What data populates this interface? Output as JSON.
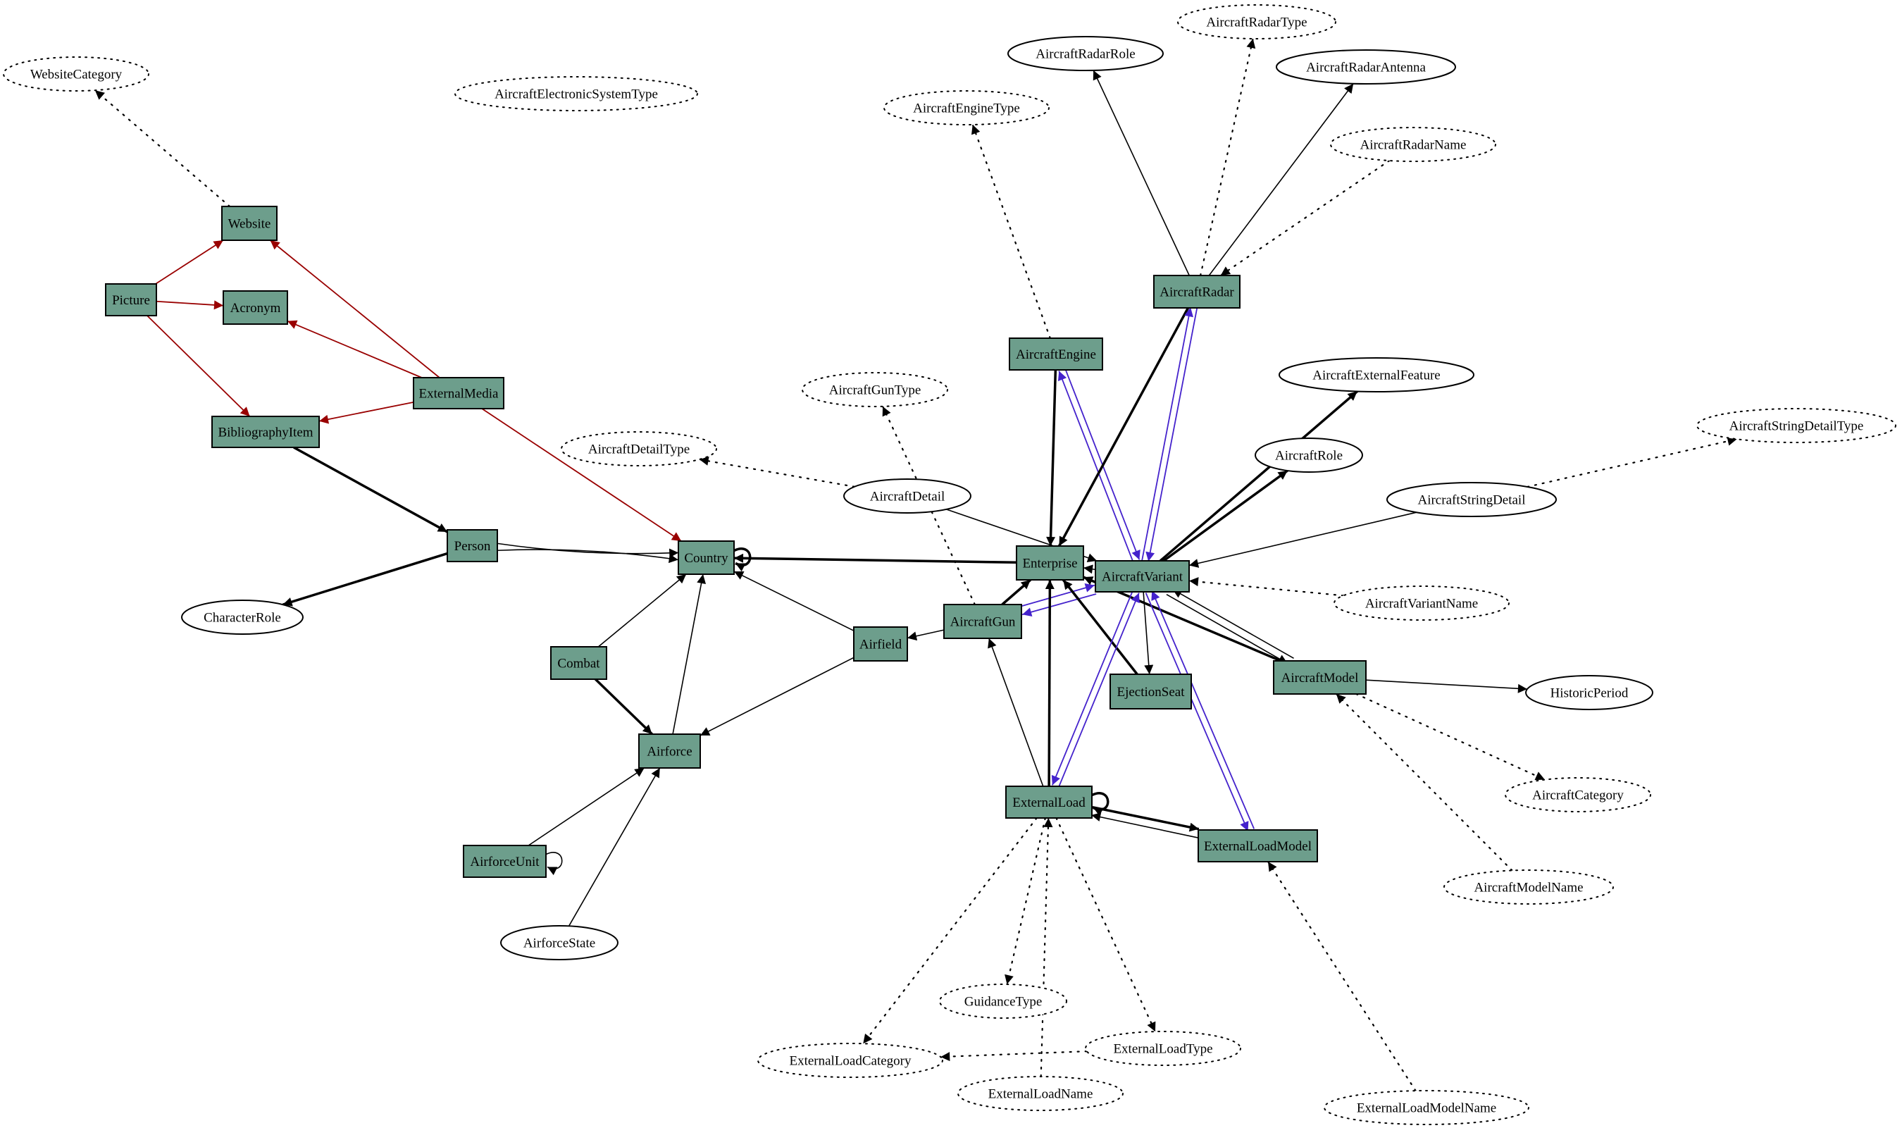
{
  "colors": {
    "entity_fill": "#6d9e8c",
    "edge_black": "#000000",
    "edge_red": "#990000",
    "edge_blue": "#4422cc"
  },
  "nodes": [
    {
      "id": "WebsiteCategory",
      "label": "WebsiteCategory",
      "shape": "ellipse",
      "style": "dotted"
    },
    {
      "id": "AircraftElectronicSystemType",
      "label": "AircraftElectronicSystemType",
      "shape": "ellipse",
      "style": "dotted"
    },
    {
      "id": "Website",
      "label": "Website",
      "shape": "box"
    },
    {
      "id": "Picture",
      "label": "Picture",
      "shape": "box"
    },
    {
      "id": "Acronym",
      "label": "Acronym",
      "shape": "box"
    },
    {
      "id": "ExternalMedia",
      "label": "ExternalMedia",
      "shape": "box"
    },
    {
      "id": "BibliographyItem",
      "label": "BibliographyItem",
      "shape": "box"
    },
    {
      "id": "AircraftDetailType",
      "label": "AircraftDetailType",
      "shape": "ellipse",
      "style": "dotted"
    },
    {
      "id": "Person",
      "label": "Person",
      "shape": "box"
    },
    {
      "id": "Country",
      "label": "Country",
      "shape": "box"
    },
    {
      "id": "CharacterRole",
      "label": "CharacterRole",
      "shape": "ellipse",
      "style": "solid"
    },
    {
      "id": "Combat",
      "label": "Combat",
      "shape": "box"
    },
    {
      "id": "Airfield",
      "label": "Airfield",
      "shape": "box"
    },
    {
      "id": "Airforce",
      "label": "Airforce",
      "shape": "box"
    },
    {
      "id": "AirforceUnit",
      "label": "AirforceUnit",
      "shape": "box"
    },
    {
      "id": "AirforceState",
      "label": "AirforceState",
      "shape": "ellipse",
      "style": "solid"
    },
    {
      "id": "AircraftGunType",
      "label": "AircraftGunType",
      "shape": "ellipse",
      "style": "dotted"
    },
    {
      "id": "AircraftDetail",
      "label": "AircraftDetail",
      "shape": "ellipse",
      "style": "solid"
    },
    {
      "id": "AircraftEngineType",
      "label": "AircraftEngineType",
      "shape": "ellipse",
      "style": "dotted"
    },
    {
      "id": "AircraftEngine",
      "label": "AircraftEngine",
      "shape": "box"
    },
    {
      "id": "AircraftRadarRole",
      "label": "AircraftRadarRole",
      "shape": "ellipse",
      "style": "solid"
    },
    {
      "id": "AircraftRadarType",
      "label": "AircraftRadarType",
      "shape": "ellipse",
      "style": "dotted"
    },
    {
      "id": "AircraftRadarAntenna",
      "label": "AircraftRadarAntenna",
      "shape": "ellipse",
      "style": "solid"
    },
    {
      "id": "AircraftRadarName",
      "label": "AircraftRadarName",
      "shape": "ellipse",
      "style": "dotted"
    },
    {
      "id": "AircraftRadar",
      "label": "AircraftRadar",
      "shape": "box"
    },
    {
      "id": "AircraftExternalFeature",
      "label": "AircraftExternalFeature",
      "shape": "ellipse",
      "style": "solid"
    },
    {
      "id": "AircraftRole",
      "label": "AircraftRole",
      "shape": "ellipse",
      "style": "solid"
    },
    {
      "id": "AircraftStringDetailType",
      "label": "AircraftStringDetailType",
      "shape": "ellipse",
      "style": "dotted"
    },
    {
      "id": "AircraftStringDetail",
      "label": "AircraftStringDetail",
      "shape": "ellipse",
      "style": "solid"
    },
    {
      "id": "Enterprise",
      "label": "Enterprise",
      "shape": "box"
    },
    {
      "id": "AircraftVariant",
      "label": "AircraftVariant",
      "shape": "box"
    },
    {
      "id": "AircraftVariantName",
      "label": "AircraftVariantName",
      "shape": "ellipse",
      "style": "dotted"
    },
    {
      "id": "AircraftGun",
      "label": "AircraftGun",
      "shape": "box"
    },
    {
      "id": "EjectionSeat",
      "label": "EjectionSeat",
      "shape": "box"
    },
    {
      "id": "AircraftModel",
      "label": "AircraftModel",
      "shape": "box"
    },
    {
      "id": "HistoricPeriod",
      "label": "HistoricPeriod",
      "shape": "ellipse",
      "style": "solid"
    },
    {
      "id": "AircraftCategory",
      "label": "AircraftCategory",
      "shape": "ellipse",
      "style": "dotted"
    },
    {
      "id": "AircraftModelName",
      "label": "AircraftModelName",
      "shape": "ellipse",
      "style": "dotted"
    },
    {
      "id": "ExternalLoad",
      "label": "ExternalLoad",
      "shape": "box"
    },
    {
      "id": "ExternalLoadModel",
      "label": "ExternalLoadModel",
      "shape": "box"
    },
    {
      "id": "GuidanceType",
      "label": "GuidanceType",
      "shape": "ellipse",
      "style": "dotted"
    },
    {
      "id": "ExternalLoadType",
      "label": "ExternalLoadType",
      "shape": "ellipse",
      "style": "dotted"
    },
    {
      "id": "ExternalLoadCategory",
      "label": "ExternalLoadCategory",
      "shape": "ellipse",
      "style": "dotted"
    },
    {
      "id": "ExternalLoadName",
      "label": "ExternalLoadName",
      "shape": "ellipse",
      "style": "dotted"
    },
    {
      "id": "ExternalLoadModelName",
      "label": "ExternalLoadModelName",
      "shape": "ellipse",
      "style": "dotted"
    }
  ],
  "edges": [
    {
      "from": "Website",
      "to": "WebsiteCategory",
      "style": "dotted",
      "color": "black"
    },
    {
      "from": "Picture",
      "to": "Website",
      "style": "solid",
      "color": "red"
    },
    {
      "from": "Picture",
      "to": "Acronym",
      "style": "solid",
      "color": "red"
    },
    {
      "from": "Picture",
      "to": "BibliographyItem",
      "style": "solid",
      "color": "red"
    },
    {
      "from": "ExternalMedia",
      "to": "Website",
      "style": "solid",
      "color": "red"
    },
    {
      "from": "ExternalMedia",
      "to": "Acronym",
      "style": "solid",
      "color": "red"
    },
    {
      "from": "ExternalMedia",
      "to": "BibliographyItem",
      "style": "solid",
      "color": "red"
    },
    {
      "from": "ExternalMedia",
      "to": "Country",
      "style": "solid",
      "color": "red"
    },
    {
      "from": "BibliographyItem",
      "to": "Person",
      "style": "bold",
      "color": "black"
    },
    {
      "from": "Person",
      "to": "CharacterRole",
      "style": "bold",
      "color": "black"
    },
    {
      "from": "Person",
      "to": "Country",
      "style": "solid",
      "color": "black",
      "bend": -1
    },
    {
      "from": "Person",
      "to": "Country",
      "style": "solid",
      "color": "black",
      "bend": 1
    },
    {
      "from": "Country",
      "to": "Country",
      "style": "bold",
      "color": "black",
      "self": true
    },
    {
      "from": "Enterprise",
      "to": "Country",
      "style": "bold",
      "color": "black"
    },
    {
      "from": "Combat",
      "to": "Country",
      "style": "solid",
      "color": "black"
    },
    {
      "from": "Combat",
      "to": "Airforce",
      "style": "bold",
      "color": "black"
    },
    {
      "from": "Airforce",
      "to": "Country",
      "style": "solid",
      "color": "black"
    },
    {
      "from": "Airfield",
      "to": "Country",
      "style": "solid",
      "color": "black"
    },
    {
      "from": "Airfield",
      "to": "Airforce",
      "style": "solid",
      "color": "black"
    },
    {
      "from": "AirforceUnit",
      "to": "Airforce",
      "style": "solid",
      "color": "black"
    },
    {
      "from": "AirforceUnit",
      "to": "AirforceUnit",
      "style": "solid",
      "color": "black",
      "self": true
    },
    {
      "from": "AirforceState",
      "to": "Airforce",
      "style": "solid",
      "color": "black"
    },
    {
      "from": "AircraftDetail",
      "to": "AircraftDetailType",
      "style": "dotted",
      "color": "black"
    },
    {
      "from": "AircraftDetail",
      "to": "AircraftVariant",
      "style": "solid",
      "color": "black"
    },
    {
      "from": "AircraftGun",
      "to": "AircraftGunType",
      "style": "dotted",
      "color": "black"
    },
    {
      "from": "AircraftGun",
      "to": "Airfield",
      "style": "solid",
      "color": "black"
    },
    {
      "from": "AircraftGun",
      "to": "Enterprise",
      "style": "bold",
      "color": "black"
    },
    {
      "from": "AircraftGun",
      "to": "AircraftVariant",
      "style": "solid",
      "color": "blue"
    },
    {
      "from": "AircraftVariant",
      "to": "AircraftGun",
      "style": "solid",
      "color": "blue"
    },
    {
      "from": "AircraftEngine",
      "to": "AircraftEngineType",
      "style": "dotted",
      "color": "black"
    },
    {
      "from": "AircraftEngine",
      "to": "Enterprise",
      "style": "bold",
      "color": "black"
    },
    {
      "from": "AircraftEngine",
      "to": "AircraftVariant",
      "style": "solid",
      "color": "blue"
    },
    {
      "from": "AircraftVariant",
      "to": "AircraftEngine",
      "style": "solid",
      "color": "blue"
    },
    {
      "from": "AircraftRadar",
      "to": "AircraftRadarRole",
      "style": "solid",
      "color": "black"
    },
    {
      "from": "AircraftRadar",
      "to": "AircraftRadarType",
      "style": "dotted",
      "color": "black"
    },
    {
      "from": "AircraftRadar",
      "to": "AircraftRadarAntenna",
      "style": "solid",
      "color": "black"
    },
    {
      "from": "AircraftRadarName",
      "to": "AircraftRadar",
      "style": "dotted",
      "color": "black"
    },
    {
      "from": "AircraftRadar",
      "to": "Enterprise",
      "style": "bold",
      "color": "black"
    },
    {
      "from": "AircraftRadar",
      "to": "AircraftVariant",
      "style": "solid",
      "color": "blue"
    },
    {
      "from": "AircraftVariant",
      "to": "AircraftRadar",
      "style": "solid",
      "color": "blue"
    },
    {
      "from": "AircraftVariant",
      "to": "AircraftExternalFeature",
      "style": "bold",
      "color": "black"
    },
    {
      "from": "AircraftVariant",
      "to": "AircraftRole",
      "style": "bold",
      "color": "black"
    },
    {
      "from": "AircraftStringDetail",
      "to": "AircraftStringDetailType",
      "style": "dotted",
      "color": "black"
    },
    {
      "from": "AircraftStringDetail",
      "to": "AircraftVariant",
      "style": "solid",
      "color": "black"
    },
    {
      "from": "AircraftVariantName",
      "to": "AircraftVariant",
      "style": "dotted",
      "color": "black"
    },
    {
      "from": "AircraftVariant",
      "to": "Enterprise",
      "style": "solid",
      "color": "black"
    },
    {
      "from": "AircraftVariant",
      "to": "EjectionSeat",
      "style": "solid",
      "color": "black"
    },
    {
      "from": "EjectionSeat",
      "to": "Enterprise",
      "style": "bold",
      "color": "black"
    },
    {
      "from": "AircraftVariant",
      "to": "AircraftModel",
      "style": "solid",
      "color": "black"
    },
    {
      "from": "AircraftModel",
      "to": "AircraftVariant",
      "style": "solid",
      "color": "black"
    },
    {
      "from": "AircraftModel",
      "to": "Enterprise",
      "style": "bold",
      "color": "black"
    },
    {
      "from": "AircraftModel",
      "to": "HistoricPeriod",
      "style": "solid",
      "color": "black"
    },
    {
      "from": "AircraftModel",
      "to": "AircraftCategory",
      "style": "dotted",
      "color": "black"
    },
    {
      "from": "AircraftModelName",
      "to": "AircraftModel",
      "style": "dotted",
      "color": "black"
    },
    {
      "from": "ExternalLoad",
      "to": "Enterprise",
      "style": "bold",
      "color": "black"
    },
    {
      "from": "ExternalLoad",
      "to": "AircraftGun",
      "style": "solid",
      "color": "black"
    },
    {
      "from": "ExternalLoad",
      "to": "AircraftVariant",
      "style": "solid",
      "color": "blue"
    },
    {
      "from": "AircraftVariant",
      "to": "ExternalLoad",
      "style": "solid",
      "color": "blue"
    },
    {
      "from": "ExternalLoad",
      "to": "ExternalLoad",
      "style": "bold",
      "color": "black",
      "self": true
    },
    {
      "from": "ExternalLoad",
      "to": "ExternalLoadModel",
      "style": "bold",
      "color": "black"
    },
    {
      "from": "ExternalLoadModel",
      "to": "ExternalLoad",
      "style": "solid",
      "color": "black"
    },
    {
      "from": "ExternalLoadModel",
      "to": "AircraftVariant",
      "style": "solid",
      "color": "blue"
    },
    {
      "from": "AircraftVariant",
      "to": "ExternalLoadModel",
      "style": "solid",
      "color": "blue"
    },
    {
      "from": "ExternalLoad",
      "to": "GuidanceType",
      "style": "dotted",
      "color": "black"
    },
    {
      "from": "ExternalLoad",
      "to": "ExternalLoadType",
      "style": "dotted",
      "color": "black"
    },
    {
      "from": "ExternalLoad",
      "to": "ExternalLoadCategory",
      "style": "dotted",
      "color": "black"
    },
    {
      "from": "ExternalLoadName",
      "to": "ExternalLoad",
      "style": "dotted",
      "color": "black"
    },
    {
      "from": "ExternalLoadType",
      "to": "ExternalLoadCategory",
      "style": "dotted",
      "color": "black"
    },
    {
      "from": "ExternalLoadModelName",
      "to": "ExternalLoadModel",
      "style": "dotted",
      "color": "black"
    }
  ]
}
